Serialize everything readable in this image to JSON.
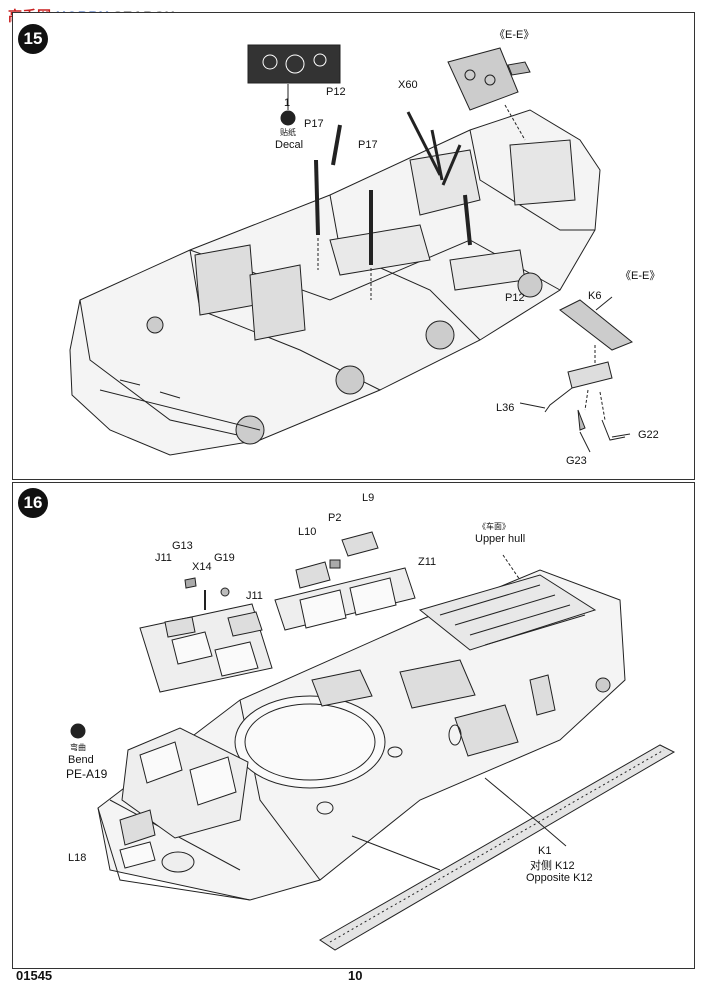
{
  "watermark": {
    "cn": "高手网",
    "brand": "HOBBY",
    "rest": "SEARCH"
  },
  "step15": {
    "number": "15",
    "labels": {
      "decal_num": "1",
      "decal_cn": "贴纸",
      "decal_en": "Decal",
      "p12_top": "P12",
      "p17_left": "P17",
      "p17_mid": "P17",
      "x60": "X60",
      "ee_top": "《E-E》",
      "ee_right": "《E-E》",
      "k6": "K6",
      "p12_right": "P12",
      "l36": "L36",
      "g22": "G22",
      "g23": "G23"
    }
  },
  "step16": {
    "number": "16",
    "labels": {
      "l9": "L9",
      "l10": "L10",
      "p2": "P2",
      "z11": "Z11",
      "g13": "G13",
      "j11_left": "J11",
      "x14": "X14",
      "g19": "G19",
      "j11_right": "J11",
      "upper_cn": "《车面》",
      "upper_en": "Upper hull",
      "bend_cn": "弯曲",
      "bend_en": "Bend",
      "pea19": "PE-A19",
      "l18": "L18",
      "k1": "K1",
      "k12_cn": "对侧 K12",
      "k12_en": "Opposite K12"
    }
  },
  "footer": {
    "code": "01545",
    "page": "10"
  }
}
